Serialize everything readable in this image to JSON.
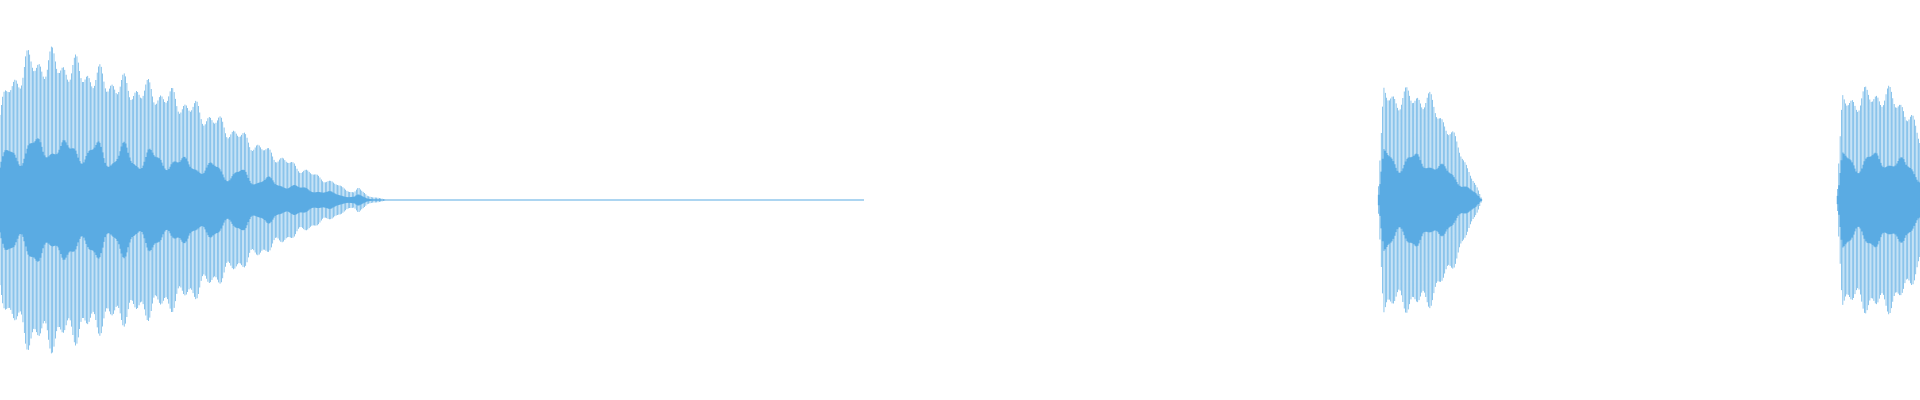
{
  "waveform": {
    "color": "#5aabe3",
    "background": "#ffffff",
    "segments": [
      {
        "name": "segment-long-decay",
        "start": 0.0,
        "end": 0.45,
        "envelope": [
          [
            0.0,
            0.62
          ],
          [
            0.01,
            0.8
          ],
          [
            0.03,
            0.97
          ],
          [
            0.06,
            0.99
          ],
          [
            0.09,
            0.93
          ],
          [
            0.12,
            0.86
          ],
          [
            0.15,
            0.8
          ],
          [
            0.18,
            0.77
          ],
          [
            0.21,
            0.7
          ],
          [
            0.24,
            0.6
          ],
          [
            0.27,
            0.49
          ],
          [
            0.3,
            0.38
          ],
          [
            0.33,
            0.28
          ],
          [
            0.36,
            0.19
          ],
          [
            0.39,
            0.11
          ],
          [
            0.41,
            0.05
          ],
          [
            0.415,
            0.09
          ],
          [
            0.425,
            0.03
          ],
          [
            0.45,
            0.0
          ]
        ]
      },
      {
        "name": "segment-burst-middle",
        "start": 0.718,
        "end": 0.772,
        "envelope": [
          [
            0.0,
            0.1
          ],
          [
            0.05,
            0.75
          ],
          [
            0.25,
            0.73
          ],
          [
            0.45,
            0.74
          ],
          [
            0.65,
            0.55
          ],
          [
            0.82,
            0.3
          ],
          [
            1.0,
            0.0
          ]
        ]
      },
      {
        "name": "segment-burst-right",
        "start": 0.957,
        "end": 1.0,
        "envelope": [
          [
            0.0,
            0.08
          ],
          [
            0.06,
            0.7
          ],
          [
            0.3,
            0.73
          ],
          [
            0.55,
            0.76
          ],
          [
            0.8,
            0.68
          ],
          [
            1.0,
            0.44
          ]
        ]
      }
    ]
  }
}
